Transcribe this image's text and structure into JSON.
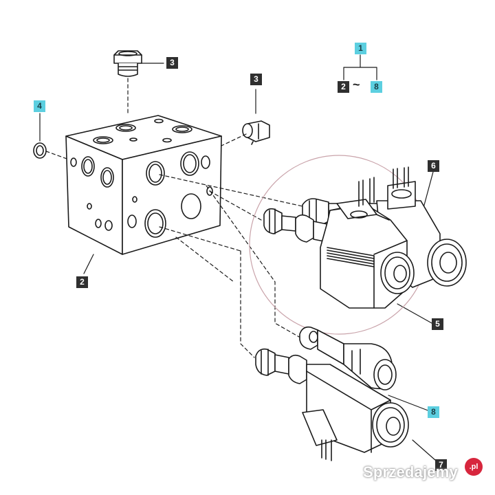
{
  "diagram": {
    "callouts": {
      "c1": "1",
      "c2a": "2",
      "c2b": "2",
      "c3a": "3",
      "c3b": "3",
      "c4": "4",
      "c5": "5",
      "c6": "6",
      "c7": "7",
      "c8a": "8",
      "c8b": "8"
    },
    "range_symbol": "~"
  },
  "watermark": {
    "text": "Sprzedajemy",
    "badge": ".pl"
  },
  "colors": {
    "dark_label": "#2f2f2f",
    "cyan_label": "#5ccfe0",
    "highlight_circle": "#c9a3aa",
    "line": "#1a1a1a"
  }
}
